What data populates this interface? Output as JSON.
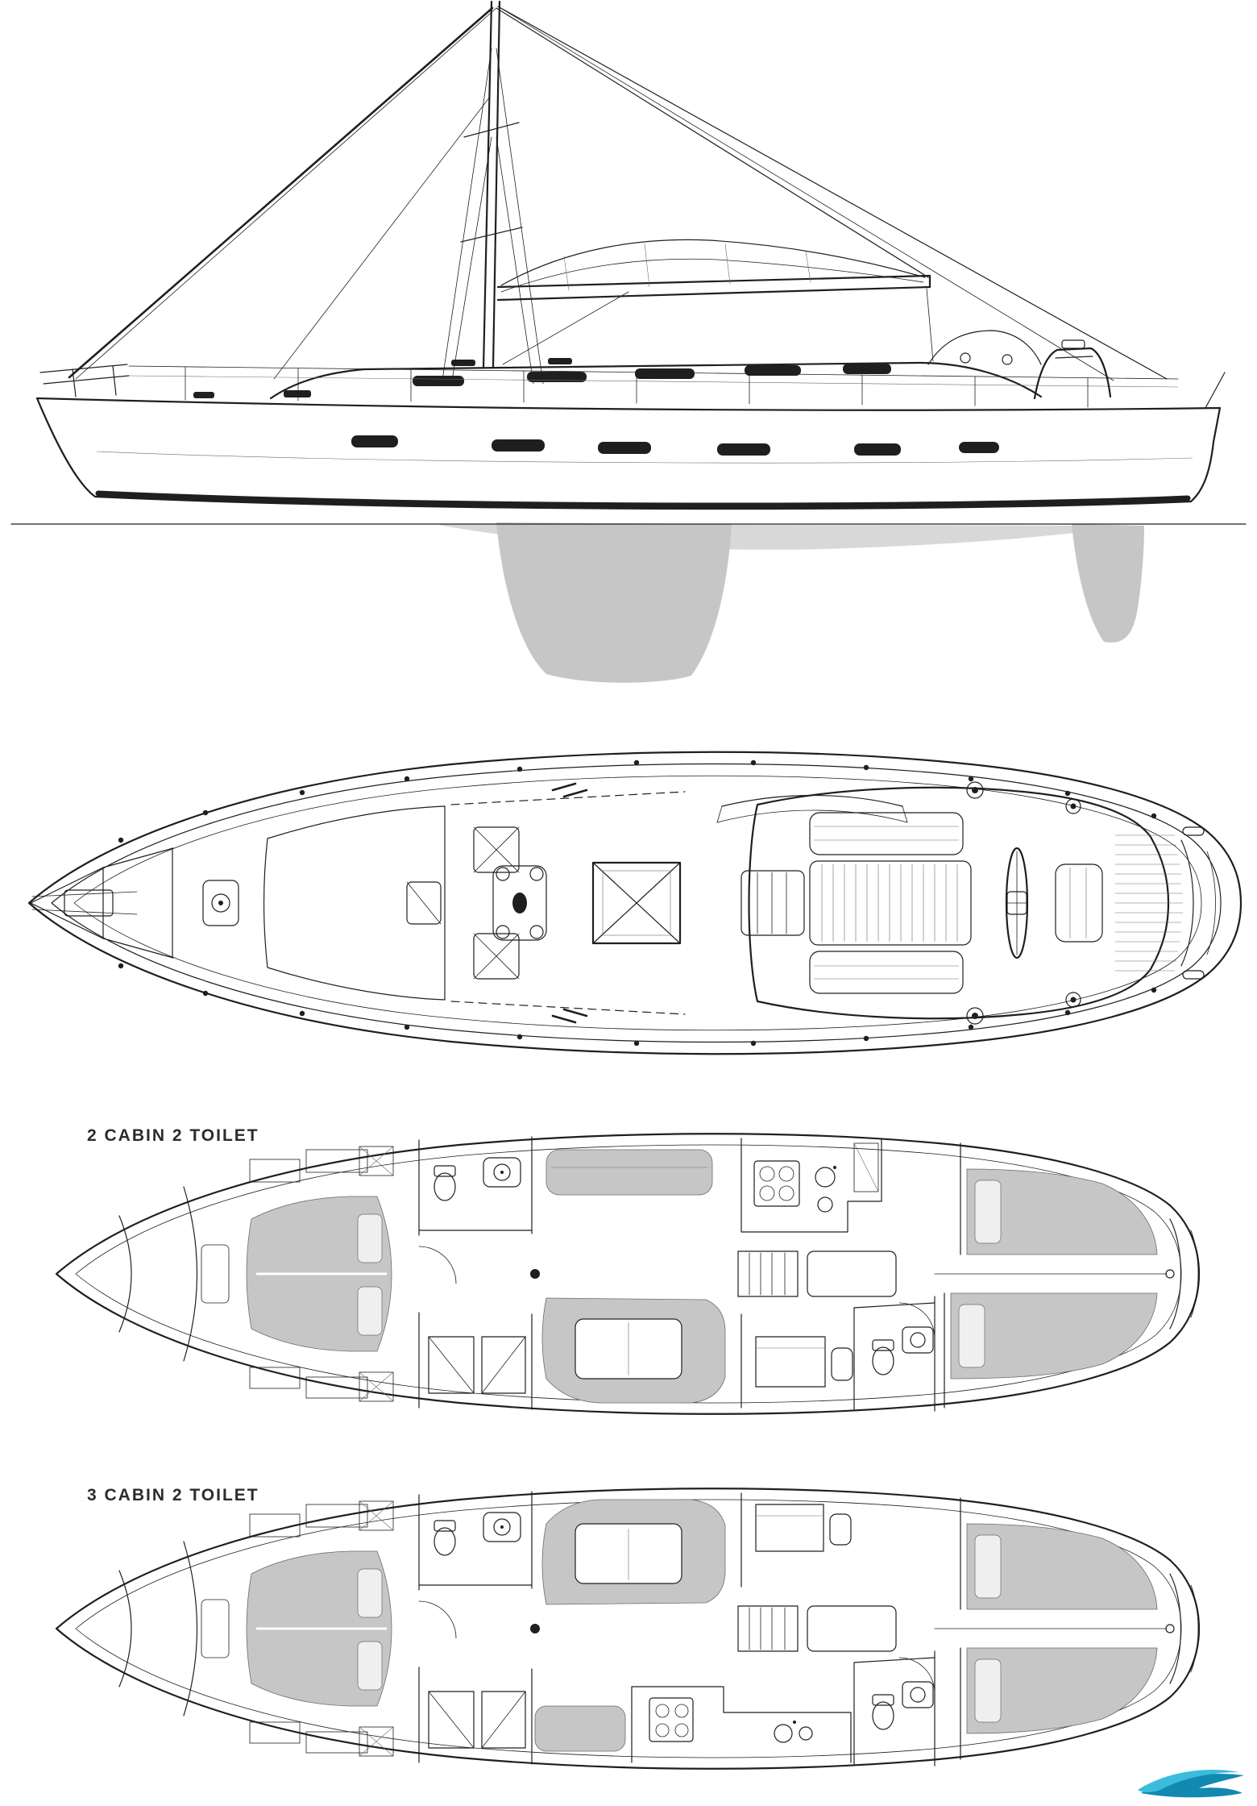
{
  "labels": {
    "layout_a": "2 CABIN 2 TOILET",
    "layout_b": "3 CABIN 2 TOILET"
  },
  "icons": {
    "watermark": "wave-swoosh-logo"
  },
  "colors": {
    "background": "#ffffff",
    "line": "#1f1f1f",
    "line_soft": "#6b6b6b",
    "shade": "#c6c6c6",
    "shade_light": "#d8d8d8",
    "pillow": "#efefef",
    "watermark_teal": "#3bbcdd",
    "watermark_deep": "#1289b0"
  }
}
